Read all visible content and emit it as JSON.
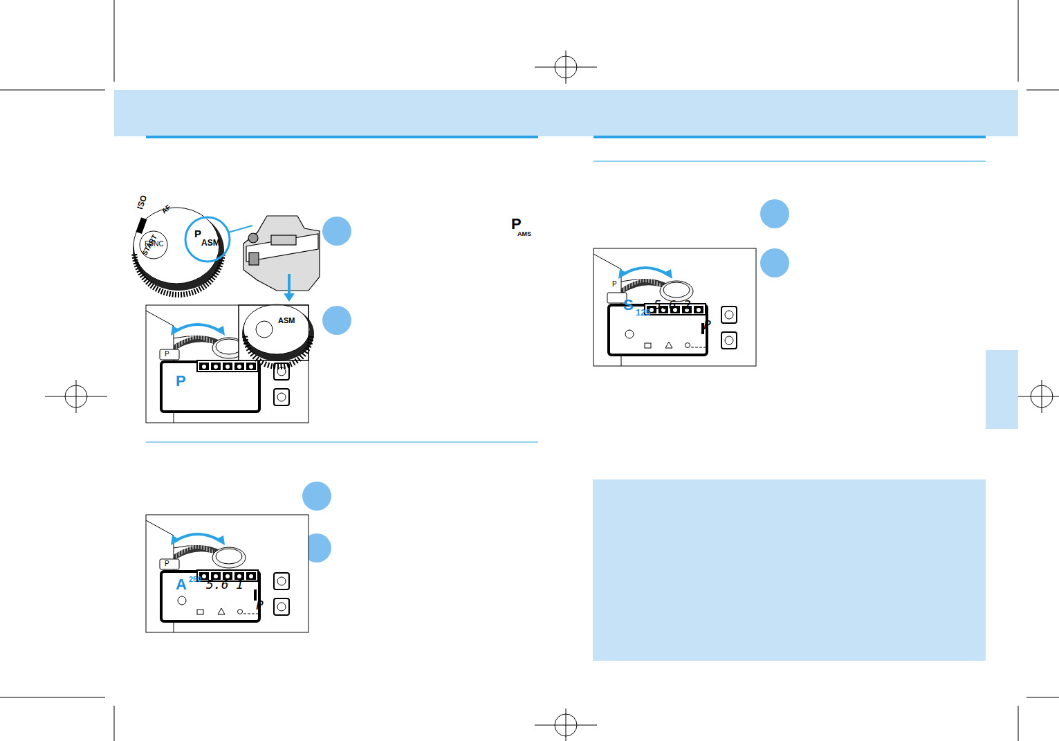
{
  "diagram": {
    "labels": [
      "P",
      "AMS",
      "FUNC",
      "ISO",
      "CUST",
      "START",
      "AF",
      "P",
      "ASM",
      "P",
      "P",
      "P",
      "A",
      "250",
      "5.6",
      "1",
      "P",
      "P",
      "S",
      "125",
      "5.6",
      "2",
      "P",
      "ASM"
    ]
  }
}
